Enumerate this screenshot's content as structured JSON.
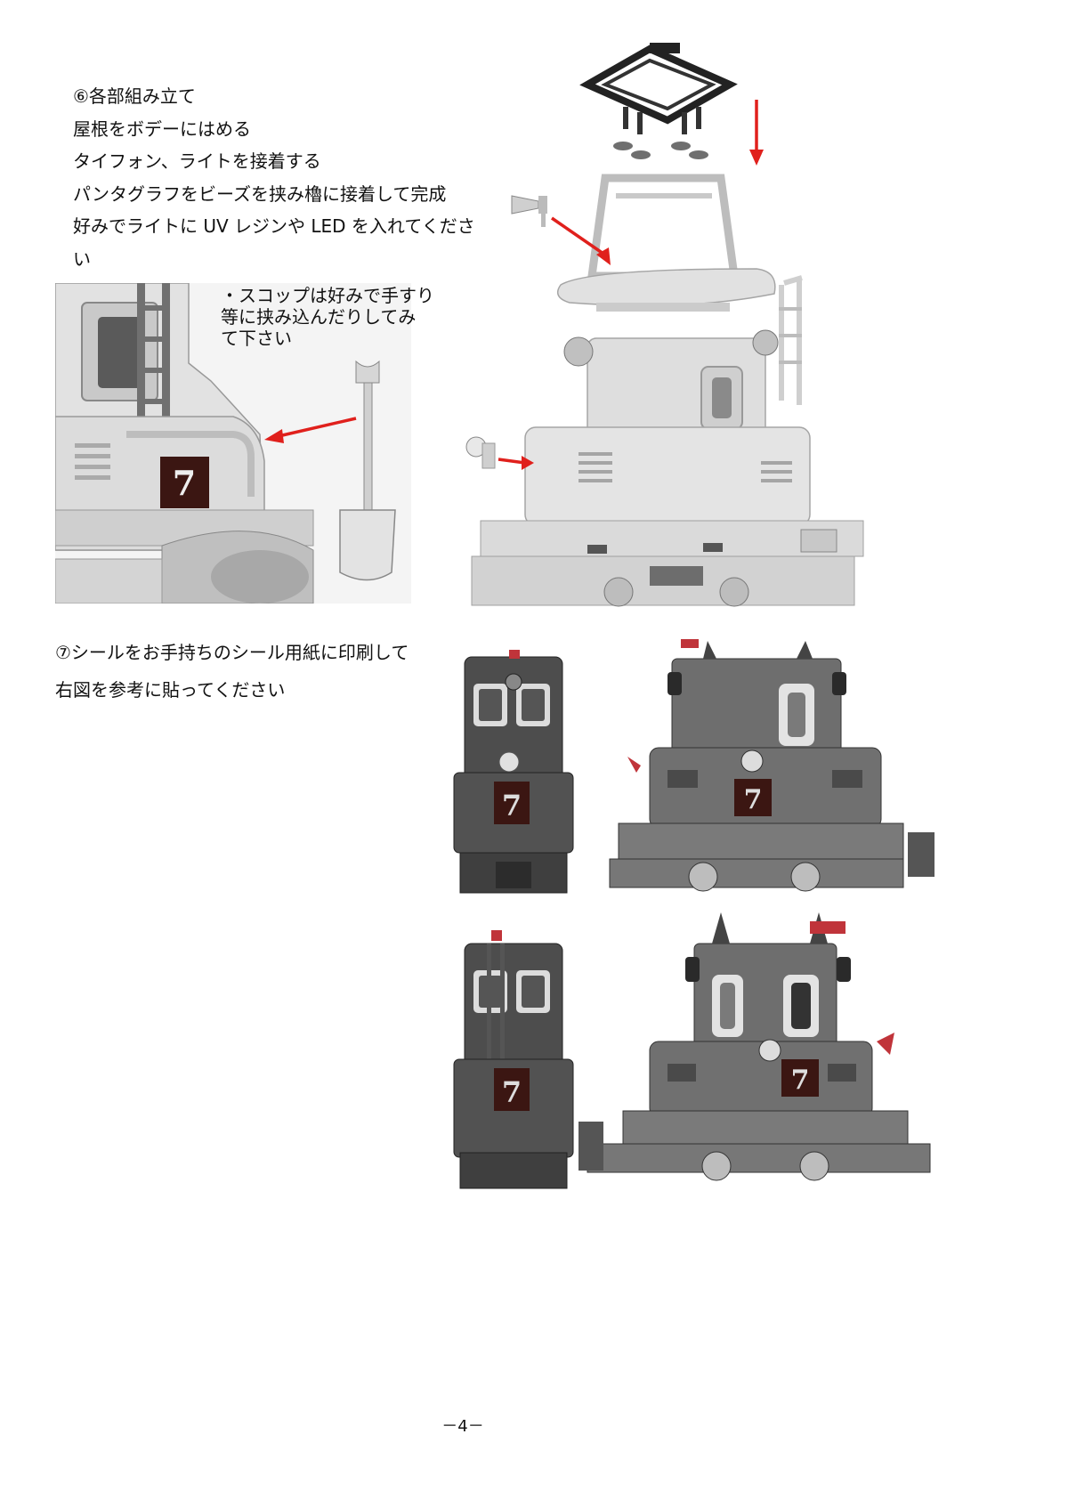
{
  "step6": {
    "lines": [
      "⑥各部組み立て",
      "屋根をボデーにはめる",
      "タイフォン、ライトを接着する",
      "パンタグラフをビーズを挟み櫓に接着して完成",
      "好みでライトに UV レジンや LED を入れてくださ",
      "い"
    ]
  },
  "shovel_note": {
    "lines": [
      "・スコップは好みで手すり",
      "等に挟み込んだりしてみ",
      "て下さい"
    ]
  },
  "step7": {
    "lines": [
      "⑦シールをお手持ちのシール用紙に印刷して",
      "右図を参考に貼ってください"
    ]
  },
  "decal_number": "7",
  "page_number": "－4－",
  "colors": {
    "arrow": "#e0201c",
    "model_light": "#d9d9d9",
    "model_dark": "#4d4d4d",
    "decal": "#3b1612"
  }
}
